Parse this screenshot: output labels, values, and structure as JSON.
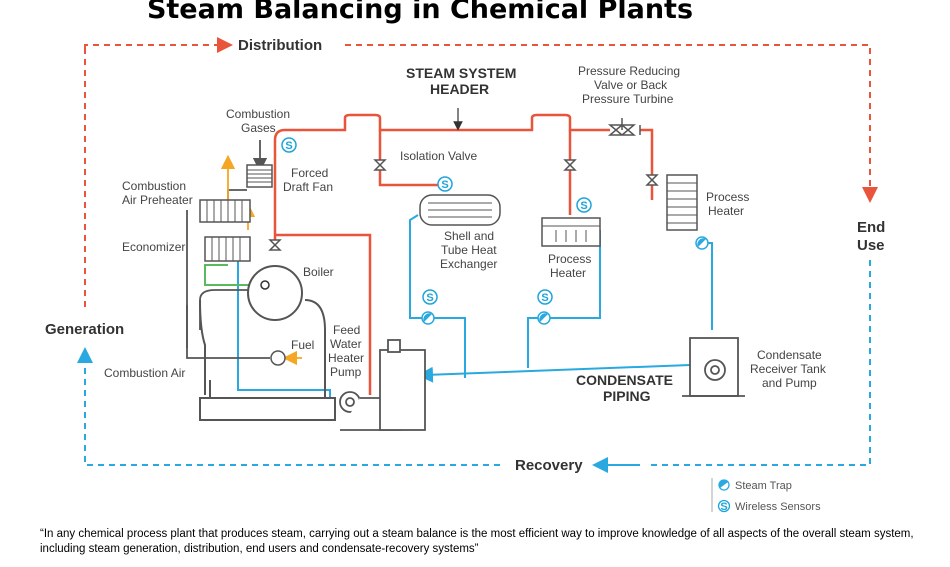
{
  "title": "Steam Balancing in Chemical Plants",
  "loop": {
    "distribution": "Distribution",
    "end_use": [
      "End",
      "Use"
    ],
    "recovery": "Recovery",
    "generation": "Generation"
  },
  "labels": {
    "steam_system_header": [
      "STEAM SYSTEM",
      "HEADER"
    ],
    "pressure_reducing_valve": [
      "Pressure Reducing",
      "Valve or Back",
      "Pressure Turbine"
    ],
    "combustion_gases": [
      "Combustion",
      "Gases"
    ],
    "isolation_valve": "Isolation Valve",
    "forced_draft_fan": [
      "Forced",
      "Draft Fan"
    ],
    "combustion_air_preheater": [
      "Combustion",
      "Air Preheater"
    ],
    "economizer": "Economizer",
    "boiler": "Boiler",
    "shell_tube": [
      "Shell and",
      "Tube Heat",
      "Exchanger"
    ],
    "process_heater_1": [
      "Process",
      "Heater"
    ],
    "process_heater_2": [
      "Process",
      "Heater"
    ],
    "fuel": "Fuel",
    "feed_water_pump": [
      "Feed",
      "Water",
      "Heater",
      "Pump"
    ],
    "combustion_air": "Combustion Air",
    "condensate_piping": [
      "CONDENSATE",
      "PIPING"
    ],
    "condensate_receiver": [
      "Condensate",
      "Receiver Tank",
      "and Pump"
    ]
  },
  "legend": {
    "steam_trap": "Steam Trap",
    "wireless_sensors": "Wireless Sensors"
  },
  "sensor_letter": "S",
  "colors": {
    "steam": "#e8553a",
    "condensate": "#29a9e0",
    "equipment": "#555555",
    "hot_gas": "#f5a623",
    "feedwater": "#5cb85c"
  },
  "quote": "“In any chemical process plant that produces steam, carrying out a steam balance is the most efficient way to improve knowledge of all aspects of the overall steam system, including steam generation, distribution, end users and condensate-recovery systems”"
}
